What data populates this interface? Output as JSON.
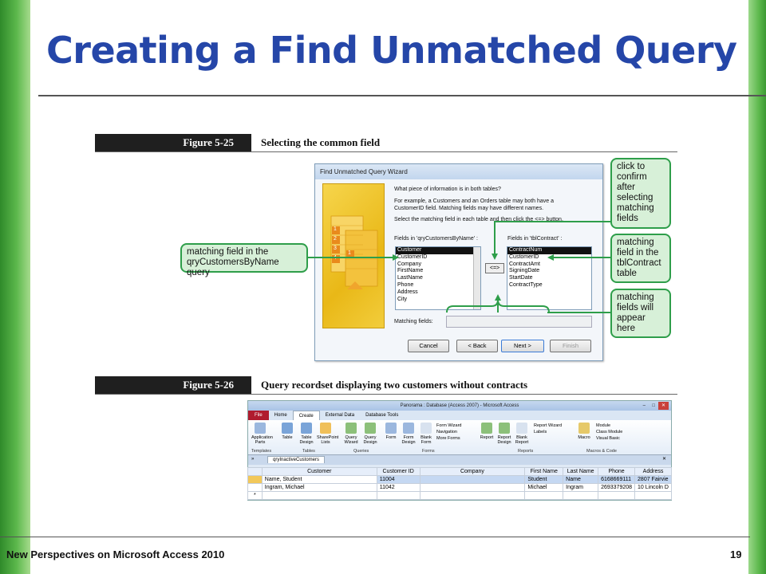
{
  "slide": {
    "title": "Creating a Find Unmatched Query",
    "footer": "New Perspectives on Microsoft Access 2010",
    "page_number": "19"
  },
  "figure1": {
    "number": "Figure 5-25",
    "caption": "Selecting the common field"
  },
  "figure2": {
    "number": "Figure 5-26",
    "caption": "Query recordset displaying two customers without contracts"
  },
  "wizard": {
    "title": "Find Unmatched Query Wizard",
    "question": "What piece of information is in both tables?",
    "example_line1": "For example, a Customers and an Orders table may both have a",
    "example_line2": "CustomerID field. Matching fields may have different names.",
    "instruction": "Select the matching field in each table and then click the <=> button.",
    "left_label": "Fields in 'qryCustomersByName' :",
    "right_label": "Fields in 'tblContract' :",
    "left_fields": [
      "Customer",
      "CustomerID",
      "Company",
      "FirstName",
      "LastName",
      "Phone",
      "Address",
      "City"
    ],
    "right_fields": [
      "ContractNum",
      "CustomerID",
      "ContractAmt",
      "SigningDate",
      "StartDate",
      "ContractType"
    ],
    "swap_label": "<=>",
    "matching_label": "Matching fields:",
    "buttons": {
      "cancel": "Cancel",
      "back": "< Back",
      "next": "Next >",
      "finish": "Finish"
    },
    "art_numbers": [
      "1",
      "2",
      "3",
      "4",
      "1"
    ]
  },
  "callouts": {
    "left": "matching field in the qryCustomersByName query",
    "top_right": "click to confirm after selecting matching fields",
    "mid_right": "matching field in the tblContract table",
    "bottom_right": "matching fields will appear here"
  },
  "access": {
    "window_title": "Panorama : Database (Access 2007) - Microsoft Access",
    "tabs": [
      "File",
      "Home",
      "Create",
      "External Data",
      "Database Tools"
    ],
    "ribbon_items": [
      {
        "label": "Application Parts",
        "icon": "app-parts-icon"
      },
      {
        "label": "Table",
        "icon": "table-icon"
      },
      {
        "label": "Table Design",
        "icon": "table-design-icon"
      },
      {
        "label": "SharePoint Lists",
        "icon": "sharepoint-icon"
      },
      {
        "label": "Query Wizard",
        "icon": "query-wizard-icon"
      },
      {
        "label": "Query Design",
        "icon": "query-design-icon"
      },
      {
        "label": "Form",
        "icon": "form-icon"
      },
      {
        "label": "Form Design",
        "icon": "form-design-icon"
      },
      {
        "label": "Blank Form",
        "icon": "blank-form-icon"
      },
      {
        "label": "Report",
        "icon": "report-icon"
      },
      {
        "label": "Report Design",
        "icon": "report-design-icon"
      },
      {
        "label": "Blank Report",
        "icon": "blank-report-icon"
      },
      {
        "label": "Macro",
        "icon": "macro-icon"
      }
    ],
    "ribbon_small": {
      "form_wizard": "Form Wizard",
      "navigation": "Navigation",
      "more_forms": "More Forms",
      "report_wizard": "Report Wizard",
      "labels": "Labels",
      "module": "Module",
      "class_module": "Class Module",
      "visual_basic": "Visual Basic"
    },
    "groups": [
      "Templates",
      "Tables",
      "Queries",
      "Forms",
      "Reports",
      "Macros & Code"
    ],
    "query_tab": "qryInactiveCustomers",
    "columns": [
      "Customer",
      "Customer ID",
      "Company",
      "First Name",
      "Last Name",
      "Phone",
      "Address"
    ],
    "rows": [
      [
        "Name, Student",
        "11004",
        "",
        "Student",
        "Name",
        "6168669111",
        "2807 Fairvie"
      ],
      [
        "Ingram, Michael",
        "11042",
        "",
        "Michael",
        "Ingram",
        "2693379208",
        "10 Lincoln D"
      ]
    ]
  },
  "colors": {
    "title": "#2546a8",
    "callout_fill": "#d7f0d8",
    "callout_border": "#2e9e4a",
    "access_file_tab": "#b01c2e"
  }
}
